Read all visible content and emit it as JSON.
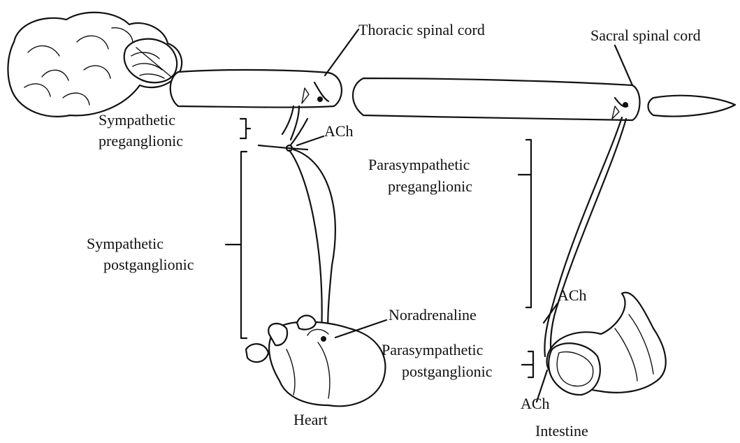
{
  "labels": {
    "thoracic": "Thoracic spinal cord",
    "sacral": "Sacral spinal cord",
    "symp_pre_1": "Sympathetic",
    "symp_pre_2": "preganglionic",
    "ach_symp": "ACh",
    "parasymp_pre_1": "Parasympathetic",
    "parasymp_pre_2": "preganglionic",
    "symp_post_1": "Sympathetic",
    "symp_post_2": "postganglionic",
    "ach_parasymp_ganglion": "ACh",
    "noradrenaline": "Noradrenaline",
    "parasymp_post_1": "Parasympathetic",
    "parasymp_post_2": "postganglionic",
    "heart": "Heart",
    "ach_intestine": "ACh",
    "intestine": "Intestine"
  }
}
